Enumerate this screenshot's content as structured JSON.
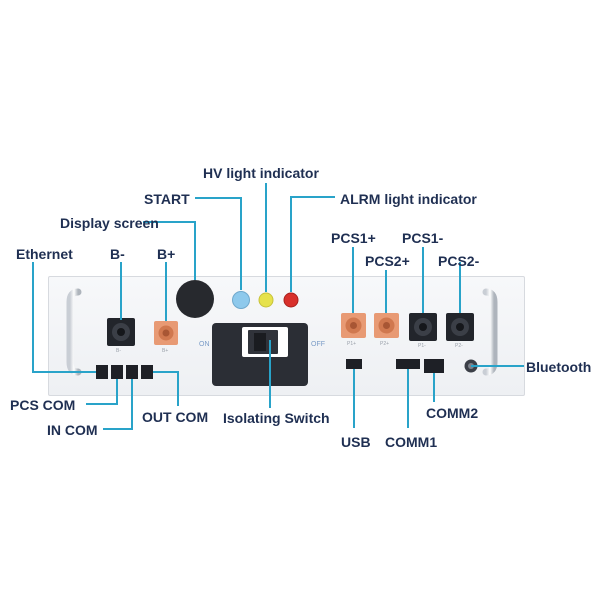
{
  "labels": {
    "hv_light": "HV light indicator",
    "start": "START",
    "alrm_light": "ALRM light indicator",
    "display_screen": "Display screen",
    "ethernet": "Ethernet",
    "b_minus": "B-",
    "b_plus": "B+",
    "pcs1_plus": "PCS1+",
    "pcs2_plus": "PCS2+",
    "pcs1_minus": "PCS1-",
    "pcs2_minus": "PCS2-",
    "bluetooth": "Bluetooth",
    "pcs_com": "PCS COM",
    "in_com": "IN COM",
    "out_com": "OUT COM",
    "isolating_switch": "Isolating Switch",
    "usb": "USB",
    "comm1": "COMM1",
    "comm2": "COMM2"
  },
  "panel_text": {
    "on": "ON",
    "off": "OFF",
    "b_minus_port": "B-",
    "b_plus_port": "B+",
    "p1_plus": "P1+",
    "p2_plus": "P2+",
    "p1_minus": "P1-",
    "p2_minus": "P2-"
  },
  "colors": {
    "label_text": "#1f2f52",
    "leader_line": "#29a3c9",
    "port_orange": "#e89a74",
    "port_black": "#22252b",
    "start_button": "#8ec9ec",
    "hv_light": "#e6e24c",
    "alarm_light": "#d8302b"
  }
}
